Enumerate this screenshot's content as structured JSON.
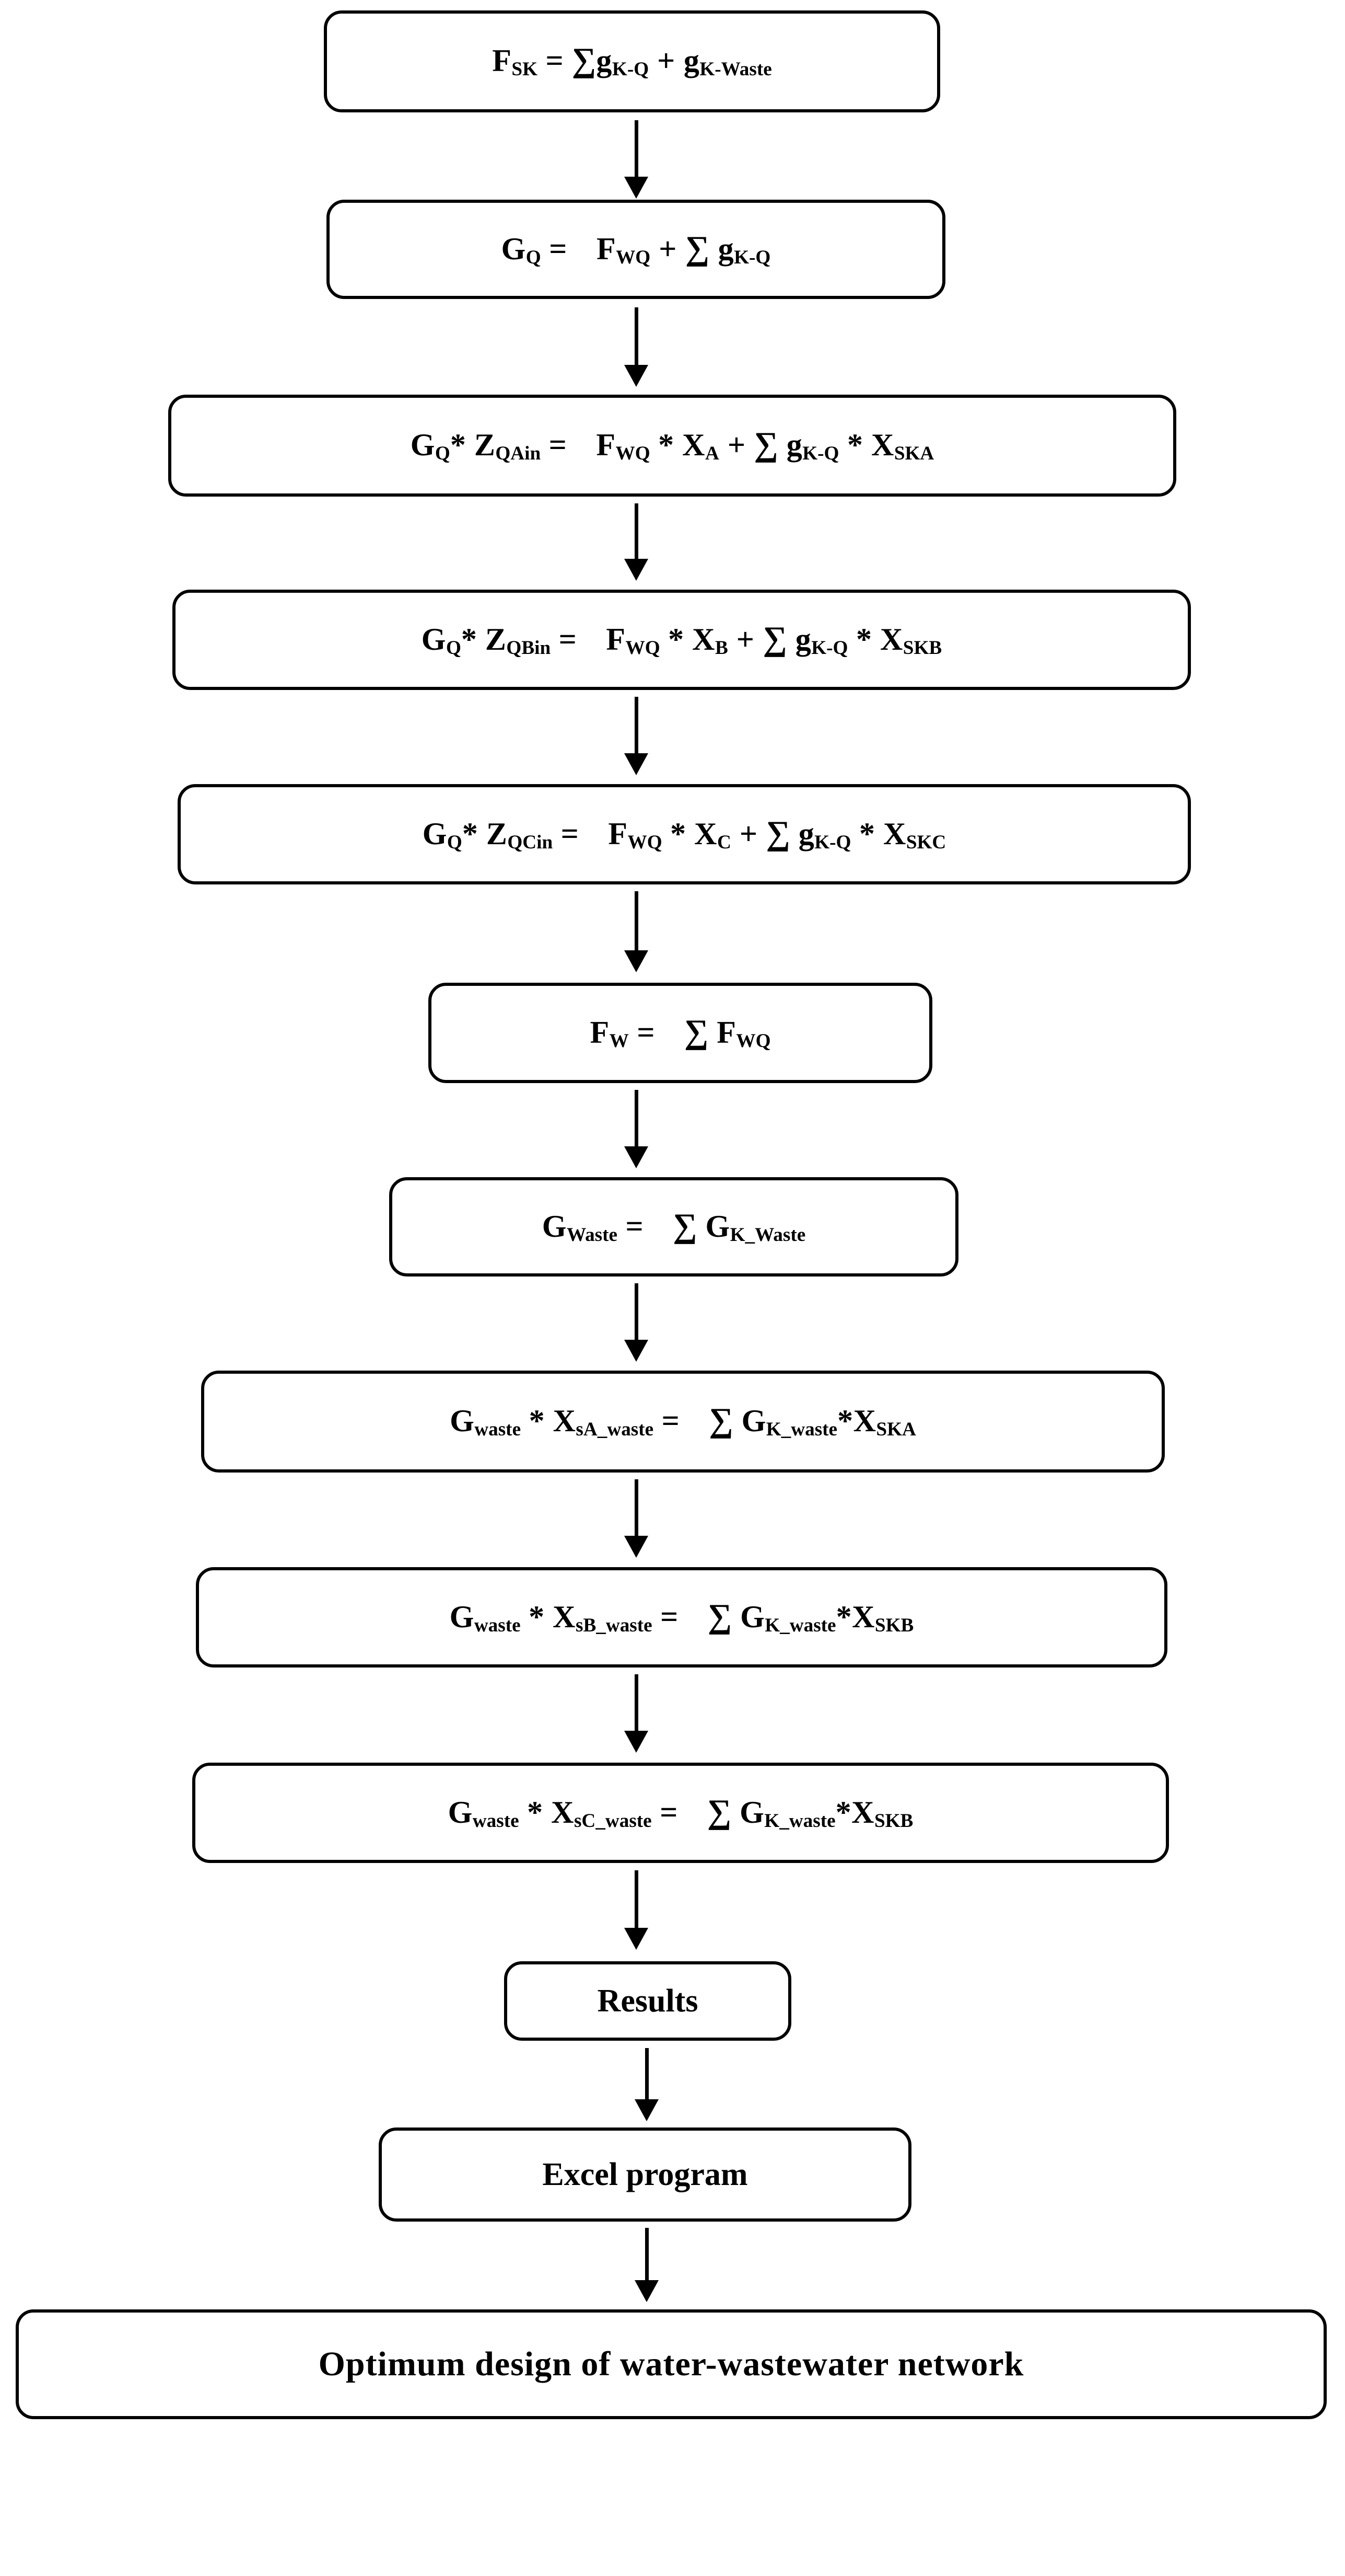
{
  "diagram": {
    "title": "Water-wastewater network optimization model flowchart",
    "type": "flowchart",
    "orientation": "top-to-bottom",
    "background_color": "#ffffff",
    "line_color": "#000000",
    "node_fill": "#ffffff"
  },
  "nodes": [
    {
      "id": "n1",
      "shape": "rounded-rectangle",
      "kind": "equation",
      "text": "FSK = ∑gK-Q + gK-Waste",
      "parts": {
        "lhs_base": "F",
        "lhs_sub": "SK",
        "eq": "=",
        "sum": "∑",
        "t1_base": "g",
        "t1_sub": "K-Q",
        "op": "+",
        "t2_base": "g",
        "t2_sub": "K-Waste"
      }
    },
    {
      "id": "n2",
      "shape": "rounded-rectangle",
      "kind": "equation",
      "text": "GQ = FWQ + ∑ gK-Q",
      "parts": {
        "lhs_base": "G",
        "lhs_sub": "Q",
        "eq": "=",
        "t1_base": "F",
        "t1_sub": "WQ",
        "op": "+",
        "sum": "∑",
        "t2_base": "g",
        "t2_sub": "K-Q"
      }
    },
    {
      "id": "n3",
      "shape": "rounded-rectangle",
      "kind": "equation",
      "text": "GQ* ZQAin = FWQ * XA + ∑ gK-Q * XSKA",
      "parts": {
        "lhs1_base": "G",
        "lhs1_sub": "Q",
        "star1": "*",
        "lhs2_base": "Z",
        "lhs2_sub": "QAin",
        "eq": "=",
        "t1_base": "F",
        "t1_sub": "WQ",
        "star2": "*",
        "t2_base": "X",
        "t2_sub": "A",
        "op": "+",
        "sum": "∑",
        "t3_base": "g",
        "t3_sub": "K-Q",
        "star3": "*",
        "t4_base": "X",
        "t4_sub": "SKA"
      }
    },
    {
      "id": "n4",
      "shape": "rounded-rectangle",
      "kind": "equation",
      "text": "GQ* ZQBin = FWQ * XB + ∑ gK-Q * XSKB",
      "parts": {
        "lhs1_base": "G",
        "lhs1_sub": "Q",
        "star1": "*",
        "lhs2_base": "Z",
        "lhs2_sub": "QBin",
        "eq": "=",
        "t1_base": "F",
        "t1_sub": "WQ",
        "star2": "*",
        "t2_base": "X",
        "t2_sub": "B",
        "op": "+",
        "sum": "∑",
        "t3_base": "g",
        "t3_sub": "K-Q",
        "star3": "*",
        "t4_base": "X",
        "t4_sub": "SKB"
      }
    },
    {
      "id": "n5",
      "shape": "rounded-rectangle",
      "kind": "equation",
      "text": "GQ* ZQCin = FWQ * XC + ∑ gK-Q * XSKC",
      "parts": {
        "lhs1_base": "G",
        "lhs1_sub": "Q",
        "star1": "*",
        "lhs2_base": "Z",
        "lhs2_sub": "QCin",
        "eq": "=",
        "t1_base": "F",
        "t1_sub": "WQ",
        "star2": "*",
        "t2_base": "X",
        "t2_sub": "C",
        "op": "+",
        "sum": "∑",
        "t3_base": "g",
        "t3_sub": "K-Q",
        "star3": "*",
        "t4_base": "X",
        "t4_sub": "SKC"
      }
    },
    {
      "id": "n6",
      "shape": "rounded-rectangle",
      "kind": "equation",
      "text": "FW = ∑ FWQ",
      "parts": {
        "lhs_base": "F",
        "lhs_sub": "W",
        "eq": "=",
        "sum": "∑",
        "t1_base": "F",
        "t1_sub": "WQ"
      }
    },
    {
      "id": "n7",
      "shape": "rounded-rectangle",
      "kind": "equation",
      "text": "GWaste = ∑ GK_Waste",
      "parts": {
        "lhs_base": "G",
        "lhs_sub": "Waste",
        "eq": "=",
        "sum": "∑",
        "t1_base": "G",
        "t1_sub": "K_Waste"
      }
    },
    {
      "id": "n8",
      "shape": "rounded-rectangle",
      "kind": "equation",
      "text": "Gwaste * XsA_waste = ∑ GK_waste*XSKA",
      "parts": {
        "lhs1_base": "G",
        "lhs1_sub": "waste",
        "star1": "*",
        "lhs2_base": "X",
        "lhs2_sub": "sA_waste",
        "eq": "=",
        "sum": "∑",
        "t1_base": "G",
        "t1_sub": "K_waste",
        "star2": "*",
        "t2_base": "X",
        "t2_sub": "SKA"
      }
    },
    {
      "id": "n9",
      "shape": "rounded-rectangle",
      "kind": "equation",
      "text": "Gwaste * XsB_waste = ∑ GK_waste*XSKB",
      "parts": {
        "lhs1_base": "G",
        "lhs1_sub": "waste",
        "star1": "*",
        "lhs2_base": "X",
        "lhs2_sub": "sB_waste",
        "eq": "=",
        "sum": "∑",
        "t1_base": "G",
        "t1_sub": "K_waste",
        "star2": "*",
        "t2_base": "X",
        "t2_sub": "SKB"
      }
    },
    {
      "id": "n10",
      "shape": "rounded-rectangle",
      "kind": "equation",
      "text": "Gwaste * XsC_waste = ∑ GK_waste*XSKB",
      "parts": {
        "lhs1_base": "G",
        "lhs1_sub": "waste",
        "star1": "*",
        "lhs2_base": "X",
        "lhs2_sub": "sC_waste",
        "eq": "=",
        "sum": "∑",
        "t1_base": "G",
        "t1_sub": "K_waste",
        "star2": "*",
        "t2_base": "X",
        "t2_sub": "SKB"
      }
    },
    {
      "id": "n11",
      "shape": "rounded-rectangle",
      "kind": "label",
      "text": "Results"
    },
    {
      "id": "n12",
      "shape": "rounded-rectangle",
      "kind": "label",
      "text": "Excel program"
    },
    {
      "id": "n13",
      "shape": "rounded-rectangle",
      "kind": "label",
      "text": "Optimum  design of water-wastewater  network"
    }
  ],
  "connectors": [
    {
      "id": "a1",
      "from": "n1",
      "to": "n2",
      "style": "solid-arrow-down"
    },
    {
      "id": "a2",
      "from": "n2",
      "to": "n3",
      "style": "solid-arrow-down"
    },
    {
      "id": "a3",
      "from": "n3",
      "to": "n4",
      "style": "solid-arrow-down"
    },
    {
      "id": "a4",
      "from": "n4",
      "to": "n5",
      "style": "solid-arrow-down"
    },
    {
      "id": "a5",
      "from": "n5",
      "to": "n6",
      "style": "solid-arrow-down"
    },
    {
      "id": "a6",
      "from": "n6",
      "to": "n7",
      "style": "solid-arrow-down"
    },
    {
      "id": "a7",
      "from": "n7",
      "to": "n8",
      "style": "solid-arrow-down"
    },
    {
      "id": "a8",
      "from": "n8",
      "to": "n9",
      "style": "solid-arrow-down"
    },
    {
      "id": "a9",
      "from": "n9",
      "to": "n10",
      "style": "solid-arrow-down"
    },
    {
      "id": "a10",
      "from": "n10",
      "to": "n11",
      "style": "solid-arrow-down"
    },
    {
      "id": "a11",
      "from": "n11",
      "to": "n12",
      "style": "solid-arrow-down"
    },
    {
      "id": "a12",
      "from": "n12",
      "to": "n13",
      "style": "solid-arrow-down"
    }
  ]
}
